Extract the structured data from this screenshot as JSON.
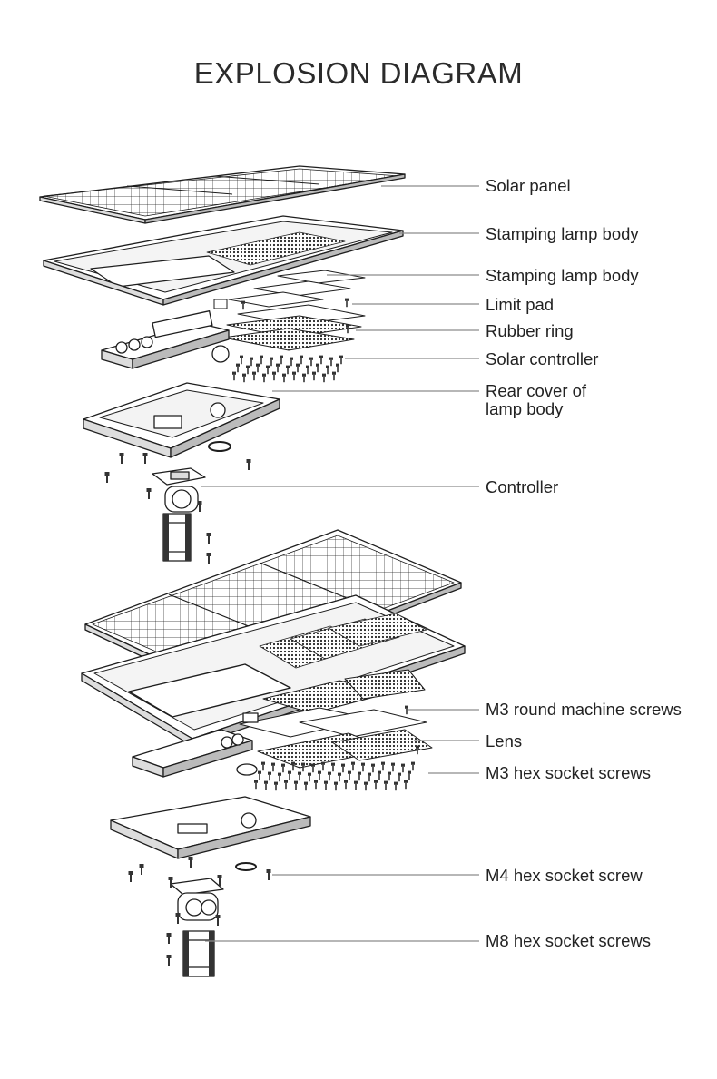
{
  "title": "EXPLOSION DIAGRAM",
  "colors": {
    "line": "#1e1e1e",
    "leader": "#8c8c8c",
    "text": "#222222",
    "background": "#ffffff"
  },
  "labels": [
    {
      "id": "solar-panel",
      "text": "Solar panel"
    },
    {
      "id": "stamping-lamp-body-1",
      "text": "Stamping lamp body"
    },
    {
      "id": "stamping-lamp-body-2",
      "text": "Stamping lamp body"
    },
    {
      "id": "limit-pad",
      "text": "Limit pad"
    },
    {
      "id": "rubber-ring",
      "text": "Rubber ring"
    },
    {
      "id": "solar-controller",
      "text": "Solar controller"
    },
    {
      "id": "rear-cover",
      "text": "Rear cover of\nlamp body"
    },
    {
      "id": "controller",
      "text": "Controller"
    },
    {
      "id": "m3-round-machine-screws",
      "text": "M3 round machine screws"
    },
    {
      "id": "lens",
      "text": "Lens"
    },
    {
      "id": "m3-hex-socket-screws",
      "text": "M3 hex socket screws"
    },
    {
      "id": "m4-hex-socket-screw",
      "text": "M4 hex socket screw"
    },
    {
      "id": "m8-hex-socket-screws",
      "text": "M8 hex socket screws"
    }
  ]
}
